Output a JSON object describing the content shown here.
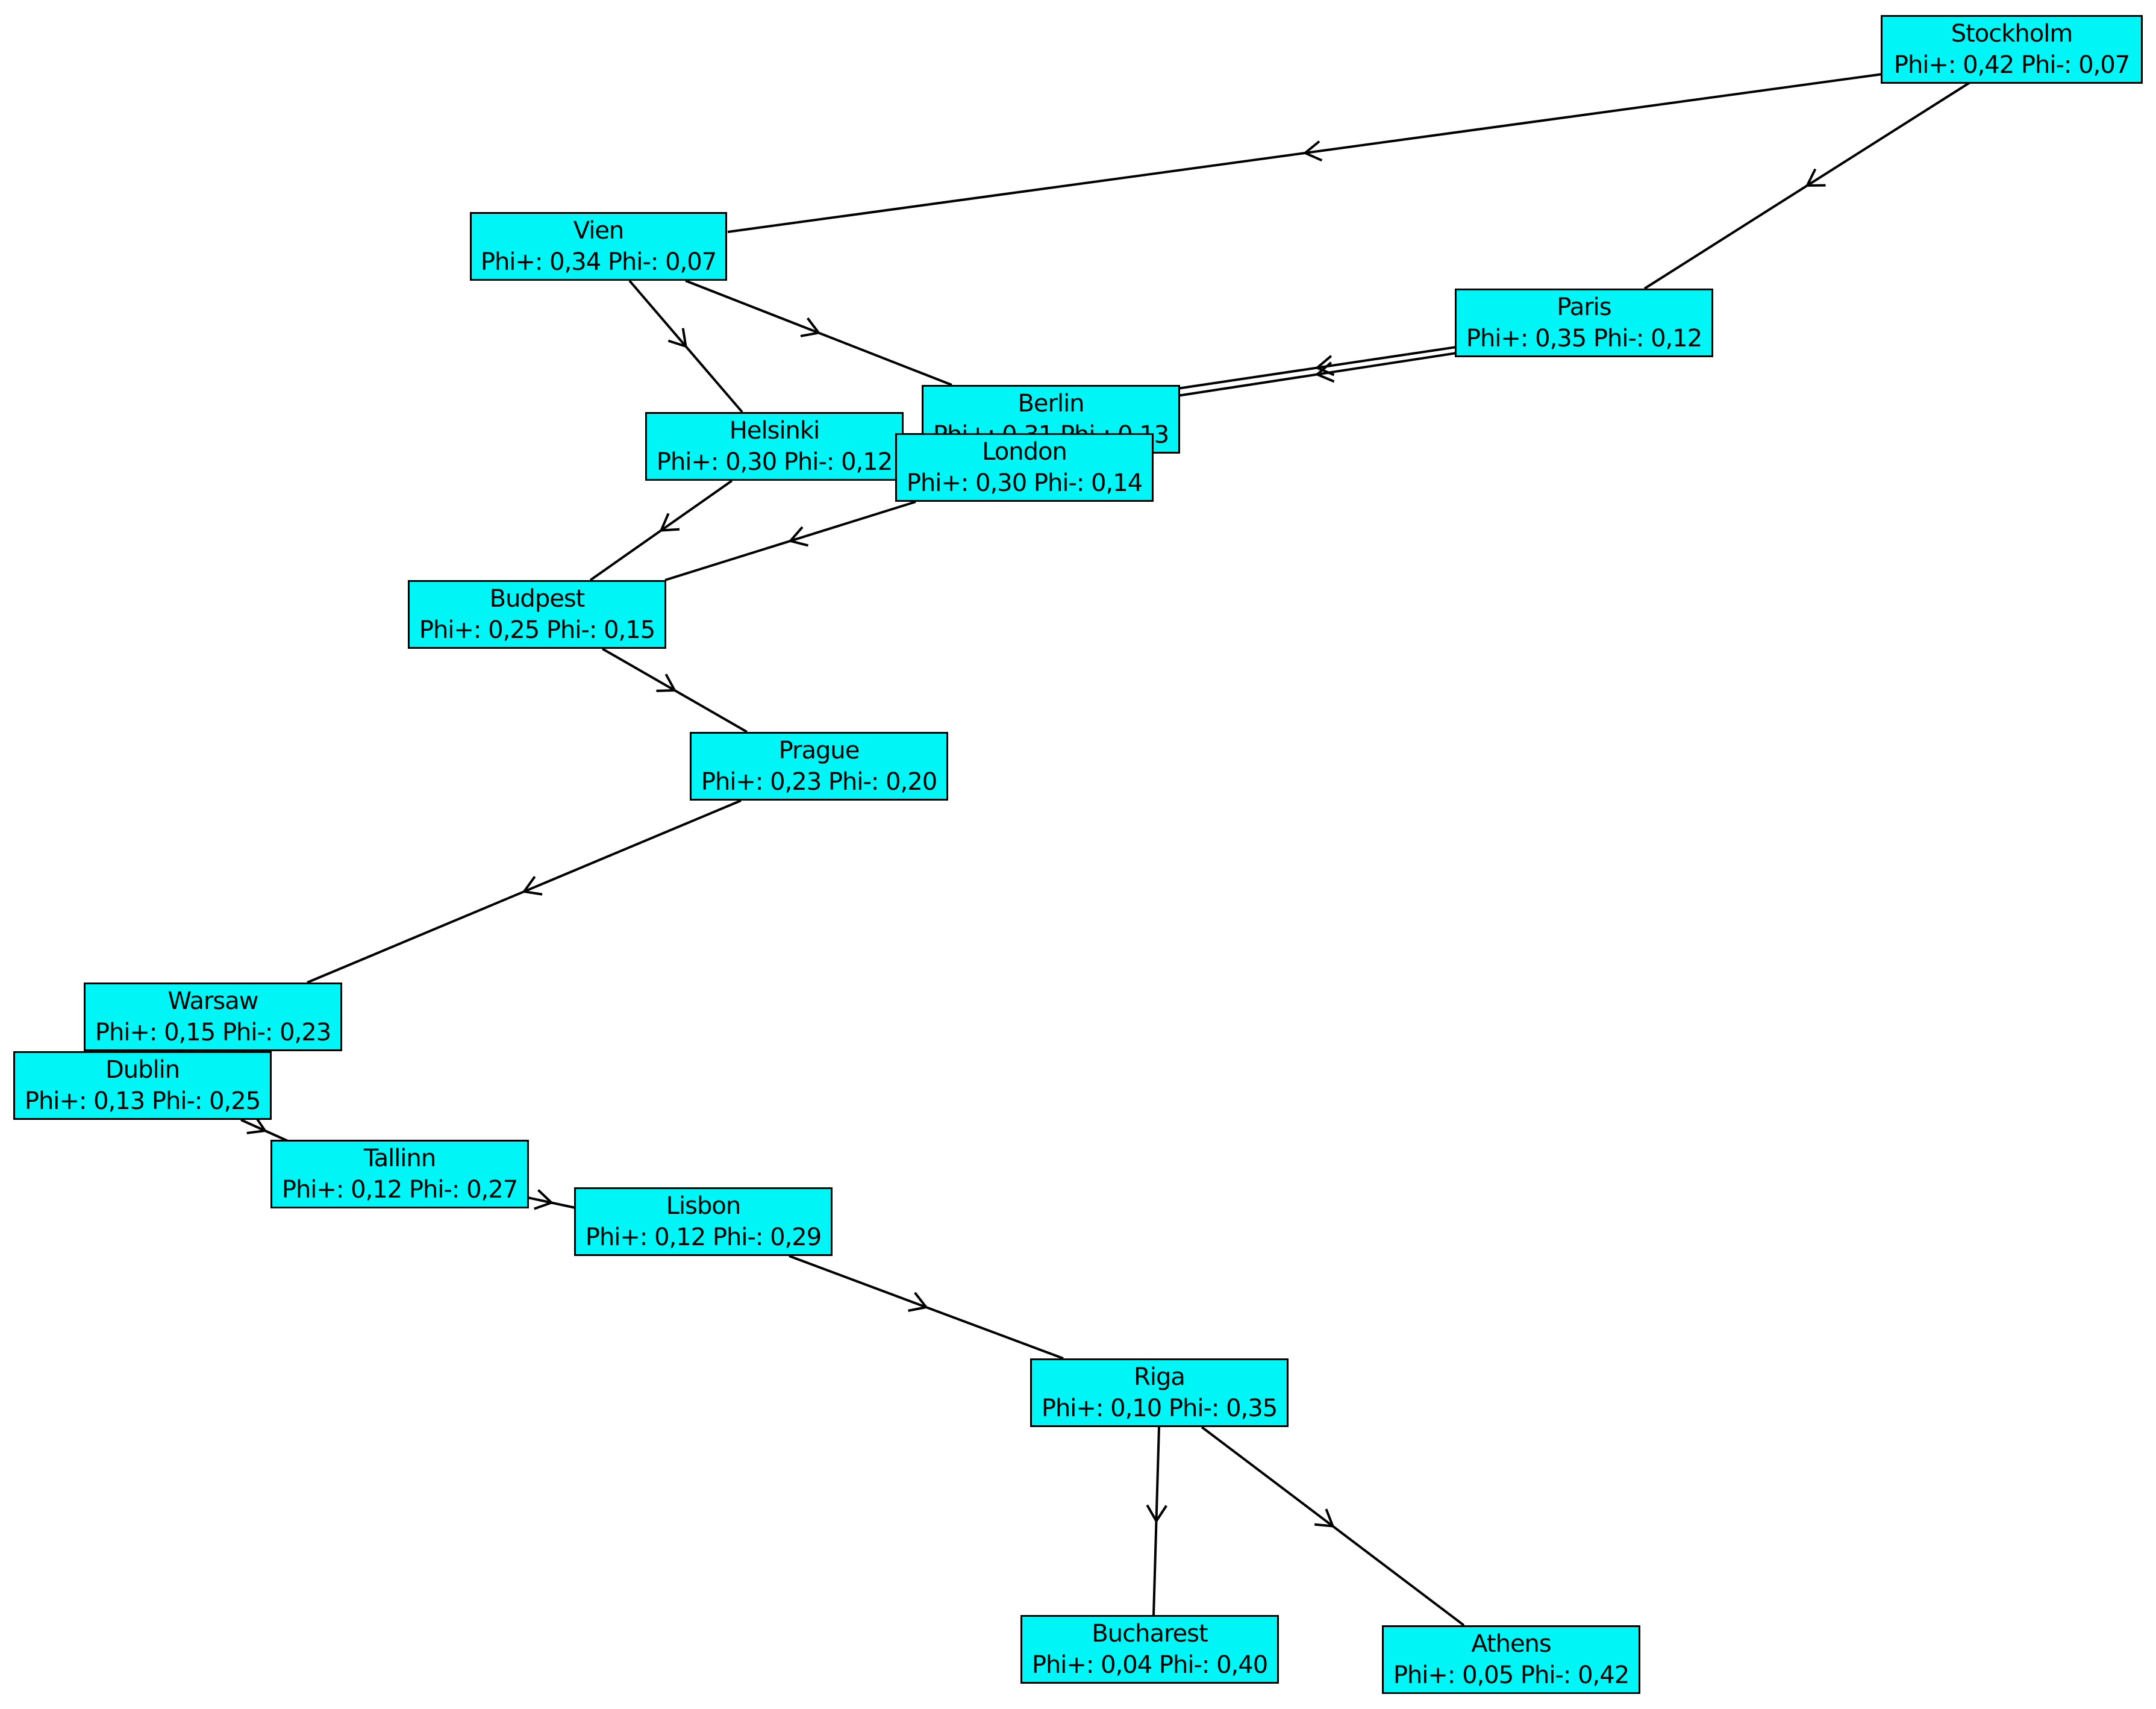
{
  "nodes": [
    {
      "id": "stockholm",
      "name": "Stockholm",
      "scores": "Phi+: 0,42  Phi-: 0,07"
    },
    {
      "id": "vien",
      "name": "Vien",
      "scores": "Phi+: 0,34  Phi-: 0,07"
    },
    {
      "id": "paris",
      "name": "Paris",
      "scores": "Phi+: 0,35  Phi-: 0,12"
    },
    {
      "id": "berlin",
      "name": "Berlin",
      "scores": "Phi+: 0,31  Phi-: 0,13"
    },
    {
      "id": "helsinki",
      "name": "Helsinki",
      "scores": "Phi+: 0,30  Phi-: 0,12"
    },
    {
      "id": "london",
      "name": "London",
      "scores": "Phi+: 0,30  Phi-: 0,14"
    },
    {
      "id": "budpest",
      "name": "Budpest",
      "scores": "Phi+: 0,25  Phi-: 0,15"
    },
    {
      "id": "prague",
      "name": "Prague",
      "scores": "Phi+: 0,23  Phi-: 0,20"
    },
    {
      "id": "warsaw",
      "name": "Warsaw",
      "scores": "Phi+: 0,15  Phi-: 0,23"
    },
    {
      "id": "dublin",
      "name": "Dublin",
      "scores": "Phi+: 0,13  Phi-: 0,25"
    },
    {
      "id": "tallinn",
      "name": "Tallinn",
      "scores": "Phi+: 0,12  Phi-: 0,27"
    },
    {
      "id": "lisbon",
      "name": "Lisbon",
      "scores": "Phi+: 0,12  Phi-: 0,29"
    },
    {
      "id": "riga",
      "name": "Riga",
      "scores": "Phi+: 0,10  Phi-: 0,35"
    },
    {
      "id": "bucharest",
      "name": "Bucharest",
      "scores": "Phi+: 0,04  Phi-: 0,40"
    },
    {
      "id": "athens",
      "name": "Athens",
      "scores": "Phi+: 0,05  Phi-: 0,42"
    }
  ],
  "edges": [
    {
      "from": "stockholm",
      "to": "vien"
    },
    {
      "from": "stockholm",
      "to": "paris"
    },
    {
      "from": "vien",
      "to": "helsinki"
    },
    {
      "from": "vien",
      "to": "berlin"
    },
    {
      "from": "paris",
      "to": "berlin"
    },
    {
      "from": "paris",
      "to": "london"
    },
    {
      "from": "helsinki",
      "to": "budpest"
    },
    {
      "from": "london",
      "to": "budpest"
    },
    {
      "from": "budpest",
      "to": "prague"
    },
    {
      "from": "prague",
      "to": "warsaw"
    },
    {
      "from": "dublin",
      "to": "tallinn"
    },
    {
      "from": "tallinn",
      "to": "lisbon"
    },
    {
      "from": "lisbon",
      "to": "riga"
    },
    {
      "from": "riga",
      "to": "bucharest"
    },
    {
      "from": "riga",
      "to": "athens"
    }
  ],
  "colors": {
    "node_fill": "#00f6f6",
    "node_border": "#000000",
    "edge": "#000000",
    "background": "#ffffff"
  }
}
